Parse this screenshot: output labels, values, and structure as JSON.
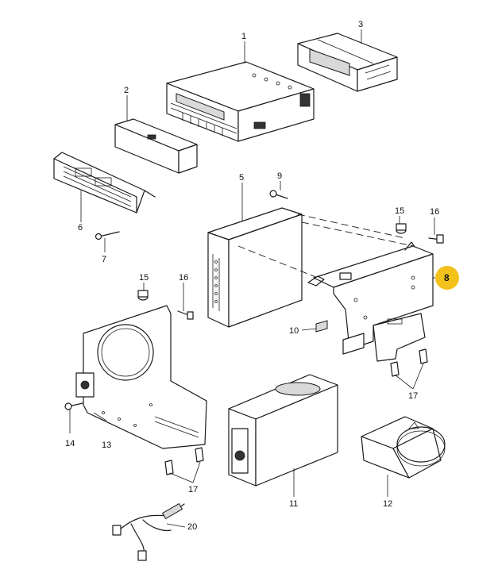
{
  "diagram": {
    "callouts": {
      "c1": "1",
      "c2": "2",
      "c3": "3",
      "c5": "5",
      "c6": "6",
      "c7": "7",
      "c8": "8",
      "c9": "9",
      "c10": "10",
      "c11": "11",
      "c12": "12",
      "c13": "13",
      "c14": "14",
      "c15a": "15",
      "c15b": "15",
      "c16a": "16",
      "c16b": "16",
      "c17a": "17",
      "c17b": "17",
      "c20": "20"
    },
    "highlight_color": "#f2c21a"
  }
}
